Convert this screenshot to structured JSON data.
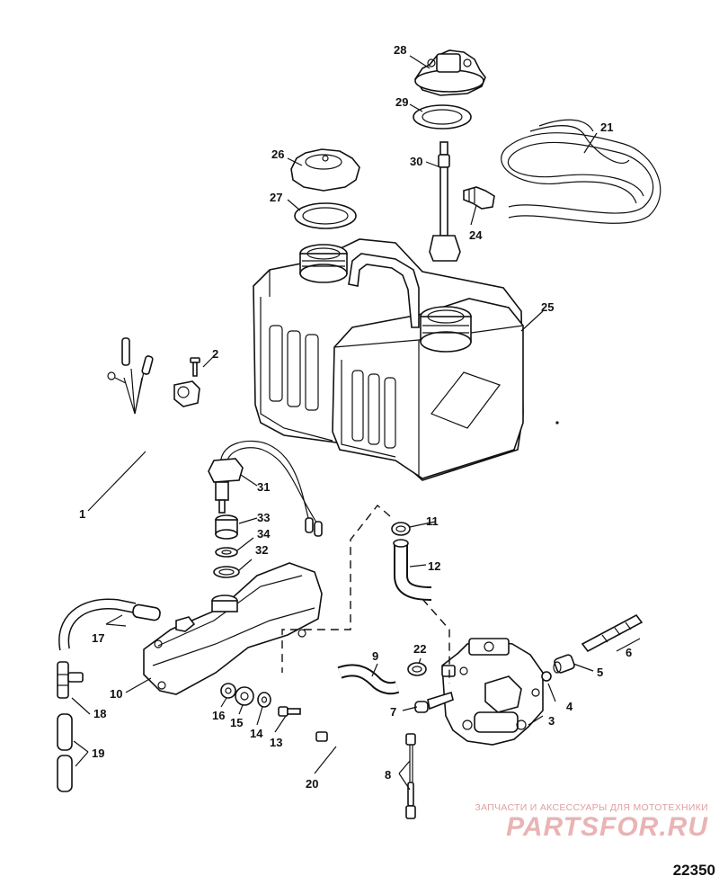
{
  "diagram": {
    "number": "22350",
    "watermark": {
      "line1": "ЗАПЧАСТИ И АКСЕССУАРЫ ДЛЯ МОТОТЕХНИКИ",
      "brand": "PARTSFOR.RU"
    },
    "callouts": [
      "1",
      "2",
      "3",
      "4",
      "5",
      "6",
      "7",
      "8",
      "9",
      "10",
      "11",
      "12",
      "13",
      "14",
      "15",
      "16",
      "17",
      "18",
      "19",
      "20",
      "21",
      "22",
      "24",
      "25",
      "26",
      "27",
      "28",
      "29",
      "30",
      "31",
      "32",
      "33",
      "34"
    ]
  }
}
